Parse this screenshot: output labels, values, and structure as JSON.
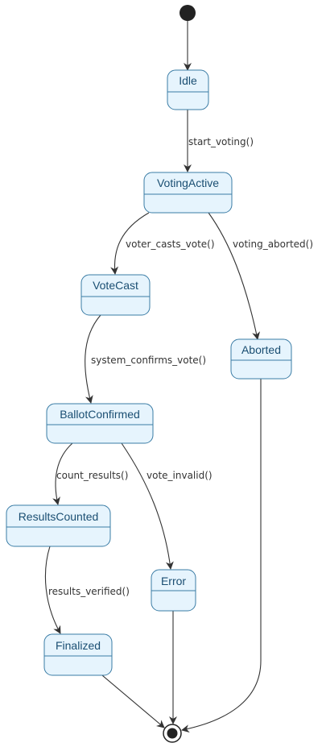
{
  "states": {
    "idle": "Idle",
    "voting_active": "VotingActive",
    "vote_cast": "VoteCast",
    "aborted": "Aborted",
    "ballot_confirmed": "BallotConfirmed",
    "results_counted": "ResultsCounted",
    "error": "Error",
    "finalized": "Finalized"
  },
  "transitions": {
    "start_voting": "start_voting()",
    "voter_casts_vote": "voter_casts_vote()",
    "voting_aborted": "voting_aborted()",
    "system_confirms_vote": "system_confirms_vote()",
    "count_results": "count_results()",
    "vote_invalid": "vote_invalid()",
    "results_verified": "results_verified()"
  }
}
